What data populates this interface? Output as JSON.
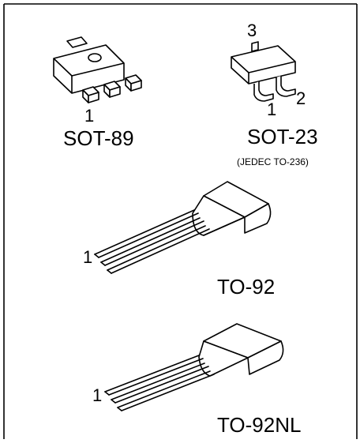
{
  "packages": {
    "sot89": {
      "name": "SOT-89",
      "pin_label": "1"
    },
    "sot23": {
      "name": "SOT-23",
      "pin3_label": "3",
      "pin1_label": "1",
      "pin2_label": "2",
      "standard": "(JEDEC TO-236)"
    },
    "to92": {
      "name": "TO-92",
      "pin_label": "1"
    },
    "to92nl": {
      "name": "TO-92NL",
      "pin_label": "1"
    }
  },
  "colors": {
    "stroke": "#000000",
    "background": "#ffffff"
  }
}
